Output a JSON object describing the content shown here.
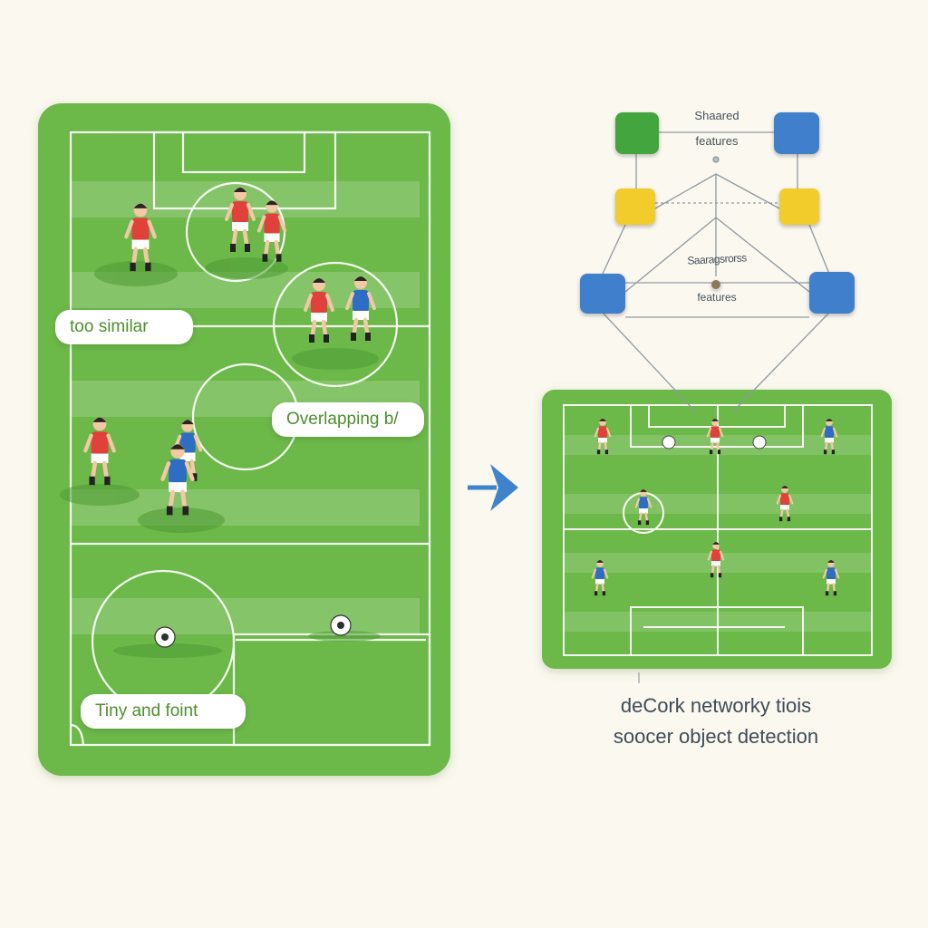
{
  "labels": {
    "too_similar": "too similar",
    "overlapping": "Overlapping b/",
    "tiny_faint": "Tiny and foint"
  },
  "network": {
    "top_label_line1": "Shaared",
    "top_label_line2": "features",
    "middle_label": "Saaragsrorss",
    "bottom_label": "features",
    "node_colors": {
      "green": "#43a53c",
      "yellow": "#f1cc2a",
      "blue": "#3f7fcc"
    }
  },
  "caption": {
    "line1": "deCork networky tiois",
    "line2": "soocer object detection"
  },
  "colors": {
    "field": "#6cb84a",
    "field_dark": "#5eab3d",
    "team_red": "#e0413b",
    "team_blue": "#2f6cc4",
    "arrow": "#3f83cc"
  },
  "icons": {
    "arrow": "right-arrow-icon",
    "ball": "soccer-ball-icon"
  }
}
